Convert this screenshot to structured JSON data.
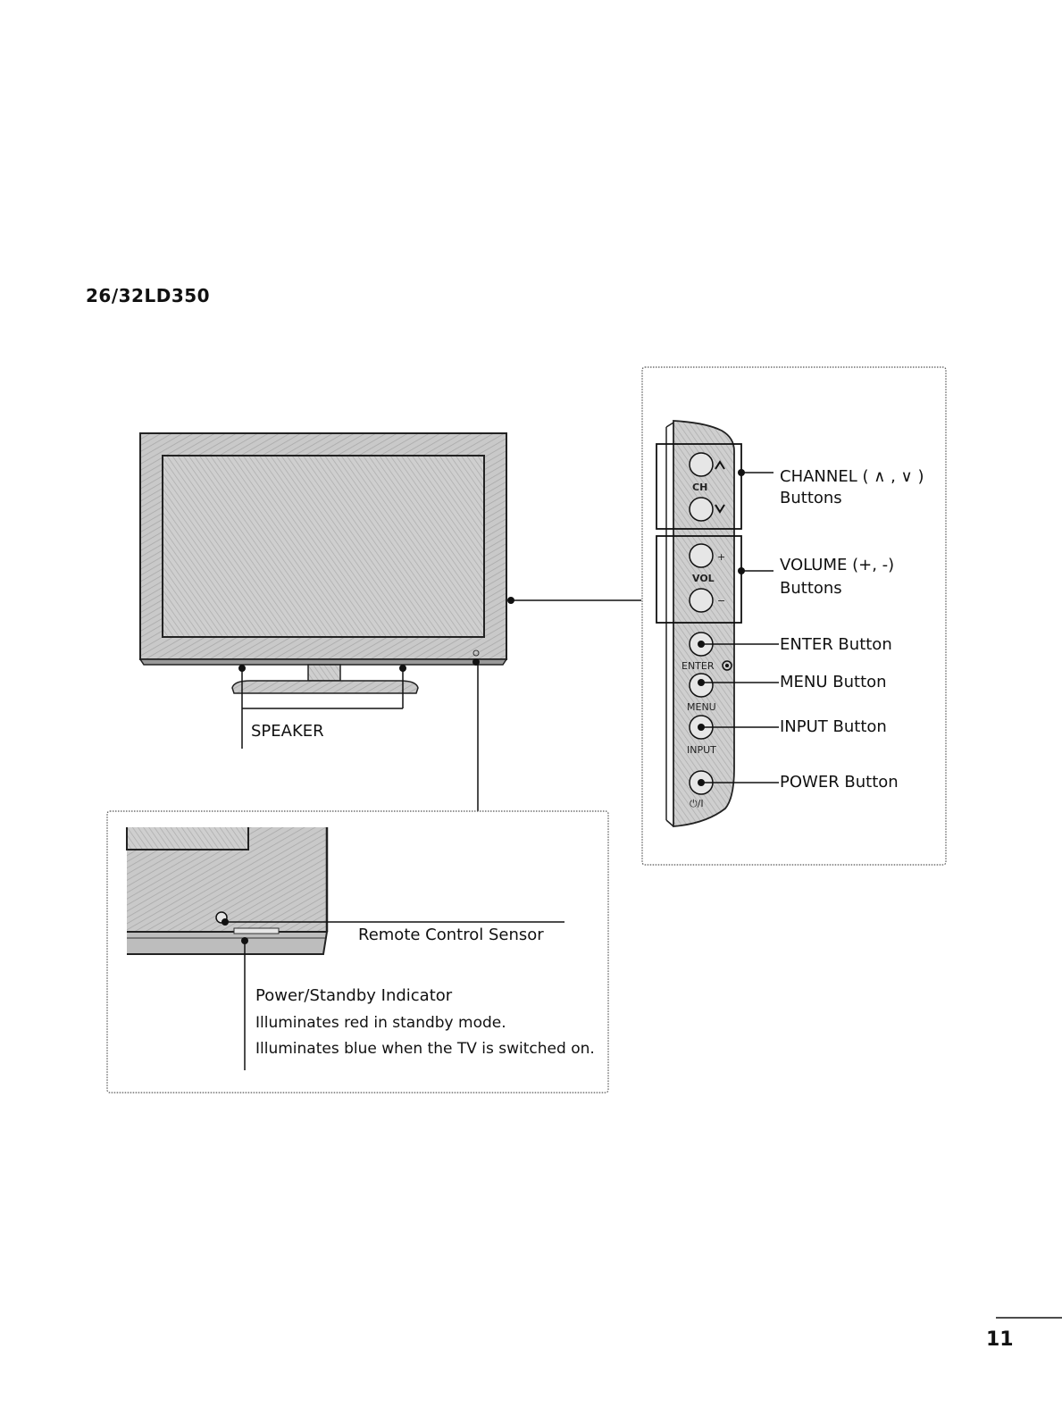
{
  "header": {
    "model": "26/32LD350"
  },
  "tv_front": {
    "speaker_label": "SPEAKER"
  },
  "side_panel": {
    "channel_label": "CHANNEL ( ∧ , ∨ )",
    "channel_sub": "Buttons",
    "volume_label": "VOLUME (+, -)",
    "volume_sub": "Buttons",
    "enter_label": "ENTER Button",
    "menu_label": "MENU Button",
    "input_label": "INPUT Button",
    "power_label": "POWER Button",
    "panel_ch": "CH",
    "panel_vol": "VOL",
    "panel_enter": "ENTER",
    "panel_menu": "MENU",
    "panel_input": "INPUT",
    "panel_power": "⏻/I",
    "panel_plus": "+",
    "panel_minus": "−"
  },
  "detail_box": {
    "sensor_label": "Remote Control Sensor",
    "indicator_title": "Power/Standby Indicator",
    "indicator_line1": "Illuminates red in standby mode.",
    "indicator_line2": "Illuminates blue when the TV is switched on."
  },
  "footer": {
    "page": "11"
  }
}
